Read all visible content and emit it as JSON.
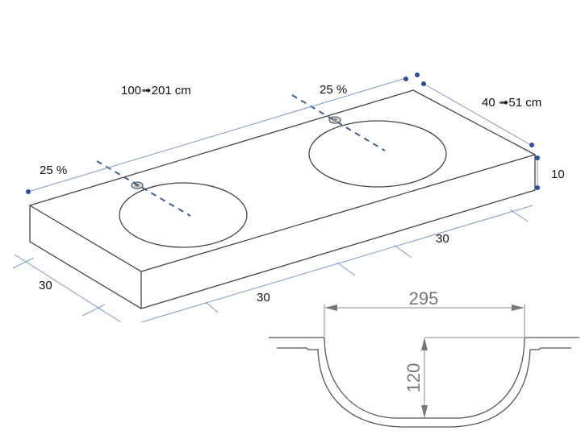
{
  "labels": {
    "length": "100➟201 cm",
    "depth": "40 ➟51 cm",
    "height": "10",
    "offset_left": "25 %",
    "offset_right": "25 %",
    "front_right_segment": "30",
    "front_middle_segment": "30",
    "side_segment": "30"
  },
  "section": {
    "width": "295",
    "depth": "120"
  },
  "colors": {
    "dimension_blue": "#7f98c8",
    "marker_blue": "#2a4ea0",
    "outline": "#444444"
  }
}
